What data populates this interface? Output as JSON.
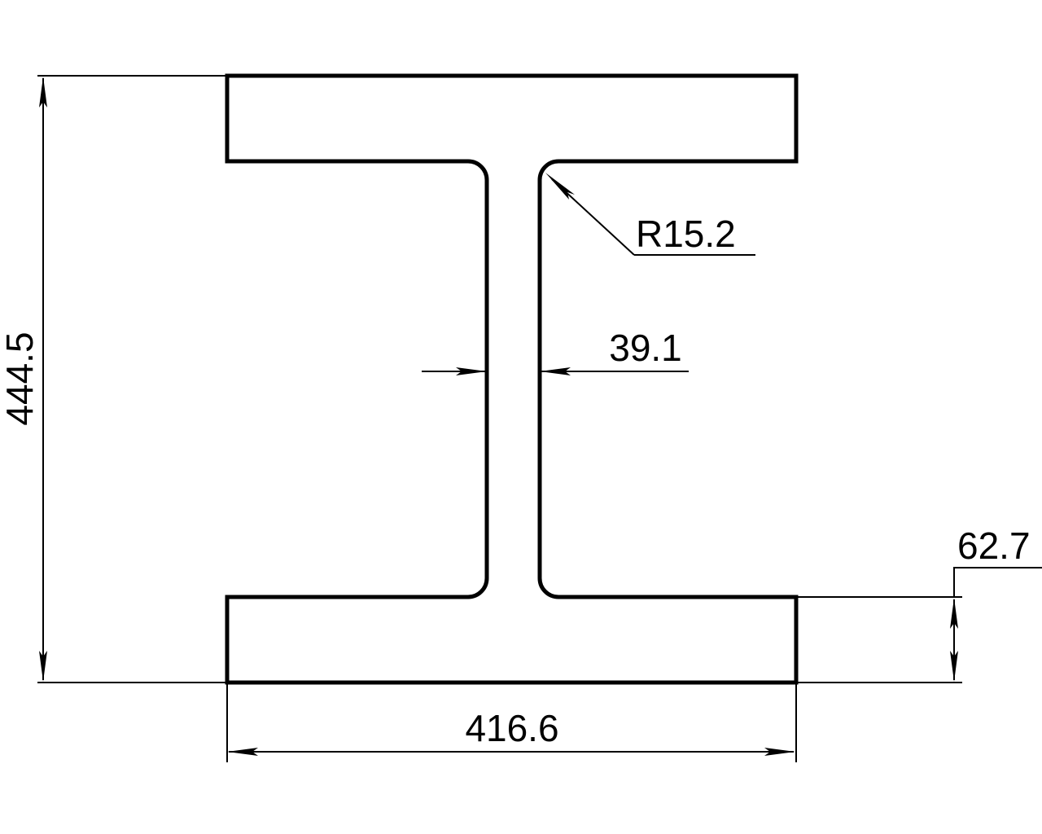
{
  "drawing": {
    "title": "I-Beam Cross Section",
    "type": "engineering-section-drawing",
    "units": "mm",
    "line_color": "#000000",
    "background_color": "#ffffff",
    "dimensions": {
      "overall_height": {
        "value": "444.5",
        "label": "444.5",
        "orientation": "vertical",
        "placement": "left",
        "rotated_text": true
      },
      "flange_width": {
        "value": "416.6",
        "label": "416.6",
        "orientation": "horizontal",
        "placement": "bottom"
      },
      "web_thickness": {
        "value": "39.1",
        "label": "39.1",
        "orientation": "horizontal",
        "placement": "middle-right"
      },
      "flange_thickness": {
        "value": "62.7",
        "label": "62.7",
        "orientation": "vertical",
        "placement": "right"
      },
      "fillet_radius": {
        "value": "R15.2",
        "label": "R15.2",
        "orientation": "leader",
        "placement": "upper-right-web-fillet"
      }
    }
  }
}
